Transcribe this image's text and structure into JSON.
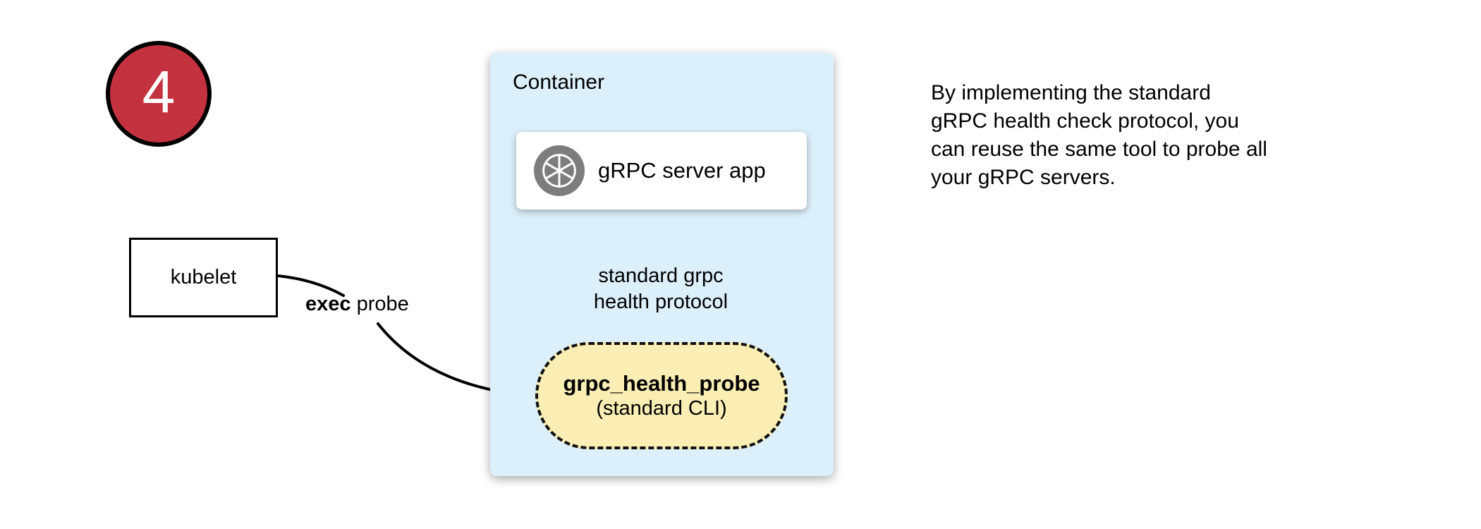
{
  "colors": {
    "badge-red": "#c5323f",
    "container-blue": "#dcf0fb",
    "pill-yellow": "#fbeeb4",
    "icon-gray": "#7d7d7d"
  },
  "badge": {
    "number": "4"
  },
  "kubelet": {
    "label": "kubelet"
  },
  "exec_probe": {
    "bold": "exec",
    "rest": " probe"
  },
  "container": {
    "title": "Container",
    "server_app": {
      "label": "gRPC server app",
      "icon": "aperture-icon"
    },
    "protocol_label": {
      "line1": "standard grpc",
      "line2": "health protocol"
    },
    "probe_pill": {
      "name": "grpc_health_probe",
      "subtitle": "(standard CLI)"
    }
  },
  "note": {
    "lines": [
      "By implementing the standard",
      "gRPC health check protocol, you",
      "can reuse the same tool to probe all",
      "your gRPC servers."
    ]
  }
}
